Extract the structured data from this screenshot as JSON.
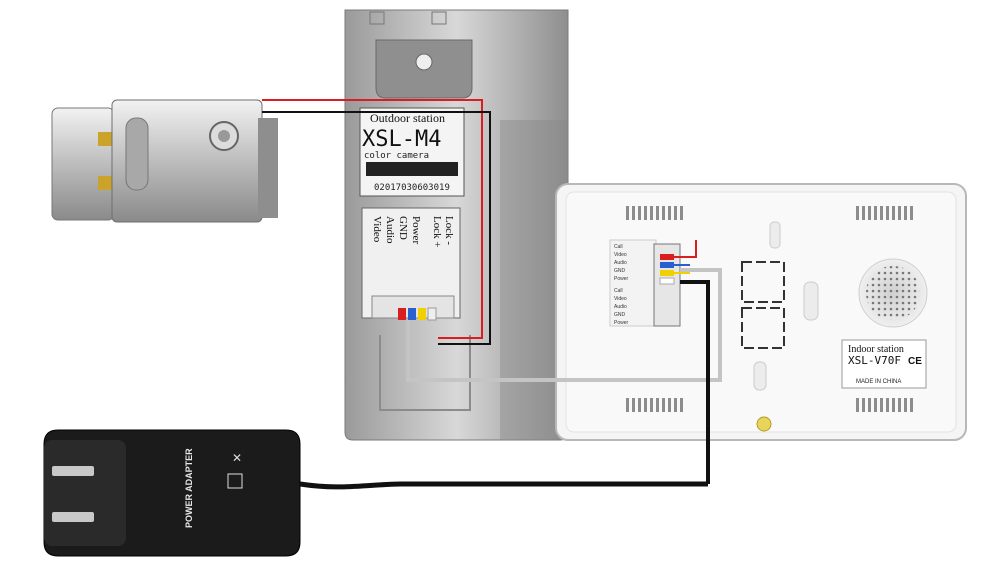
{
  "outdoor_station": {
    "label": "Outdoor station",
    "model": "XSL-M4",
    "subtitle": "color camera",
    "serial": "02017030603019",
    "terminals": [
      "Video",
      "Audio",
      "GND",
      "Power"
    ],
    "lock_terminals": [
      "Lock +",
      "Lock -"
    ]
  },
  "indoor_station": {
    "label": "Indoor station",
    "model": "XSL-V70F",
    "made_in": "MADE IN CHINA",
    "ce_mark": "CE",
    "terminal_labels": [
      "Call",
      "Video",
      "Audio",
      "GND",
      "Power",
      "Call",
      "Video",
      "Audio",
      "GND",
      "Power"
    ]
  },
  "power_adapter": {
    "title": "POWER ADAPTER"
  },
  "wire_colors": {
    "red": "#d81e1e",
    "black": "#111111",
    "gray": "#bfbfbf",
    "yellow": "#f0d000",
    "blue": "#2a5fd0"
  }
}
